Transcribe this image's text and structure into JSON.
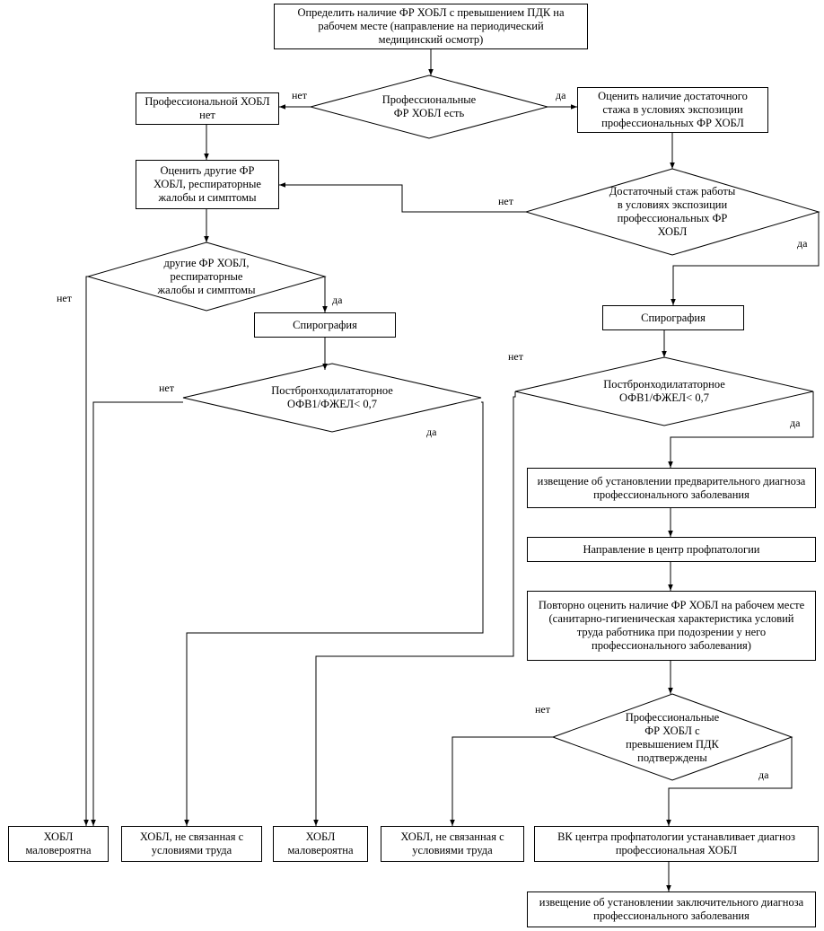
{
  "boxes": {
    "start": "Определить наличие ФР ХОБЛ с превышением ПДК на\nрабочем месте (направление на периодический\nмедицинский осмотр)",
    "no_prof": "Профессиональной ХОБЛ\nнет",
    "assess_other": "Оценить другие ФР\nХОБЛ, респираторные\nжалобы и симптомы",
    "assess_exp": "Оценить наличие достаточного\nстажа в условиях экспозиции\nпрофессиональных ФР ХОБЛ",
    "spiro_left": "Спирография",
    "spiro_right": "Спирография",
    "notice_prelim": "извещение об установлении предварительного диагноза\nпрофессионального заболевания",
    "referral": "Направление в центр профпатологии",
    "reassess": "Повторно оценить наличие ФР ХОБЛ на рабочем месте\n(санитарно-гигиеническая характеристика условий\nтруда работника при подозрении у него\nпрофессионального заболевания)",
    "out1": "ХОБЛ\nмаловероятна",
    "out2": "ХОБЛ, не связанная с\nусловиями труда",
    "out3": "ХОБЛ\nмаловероятна",
    "out4": "ХОБЛ, не связанная с\nусловиями труда",
    "vk": "ВК центра профпатологии устанавливает диагноз\nпрофессиональная ХОБЛ",
    "notice_final": "извещение об установлении заключительного диагноза\nпрофессионального заболевания"
  },
  "decisions": {
    "d1": "Профессиональные\nФР ХОБЛ есть",
    "d2": "другие ФР ХОБЛ,\nреспираторные\nжалобы и симптомы",
    "d3": "Достаточный стаж работы\nв условиях экспозиции\nпрофессиональных ФР\nХОБЛ",
    "d4": "Постбронходилататорное\nОФВ1/ФЖЕЛ< 0,7",
    "d5": "Постбронходилататорное\nОФВ1/ФЖЕЛ< 0,7",
    "d6": "Профессиональные\nФР ХОБЛ с\nпревышением ПДК\nподтверждены"
  },
  "labels": {
    "d1_no": "нет",
    "d1_yes": "да",
    "d2_no": "нет",
    "d2_yes": "да",
    "d3_no": "нет",
    "d3_yes": "да",
    "d4_no": "нет",
    "d4_yes": "да",
    "d5_no": "нет",
    "d5_yes": "да",
    "d6_no": "нет",
    "d6_yes": "да"
  }
}
